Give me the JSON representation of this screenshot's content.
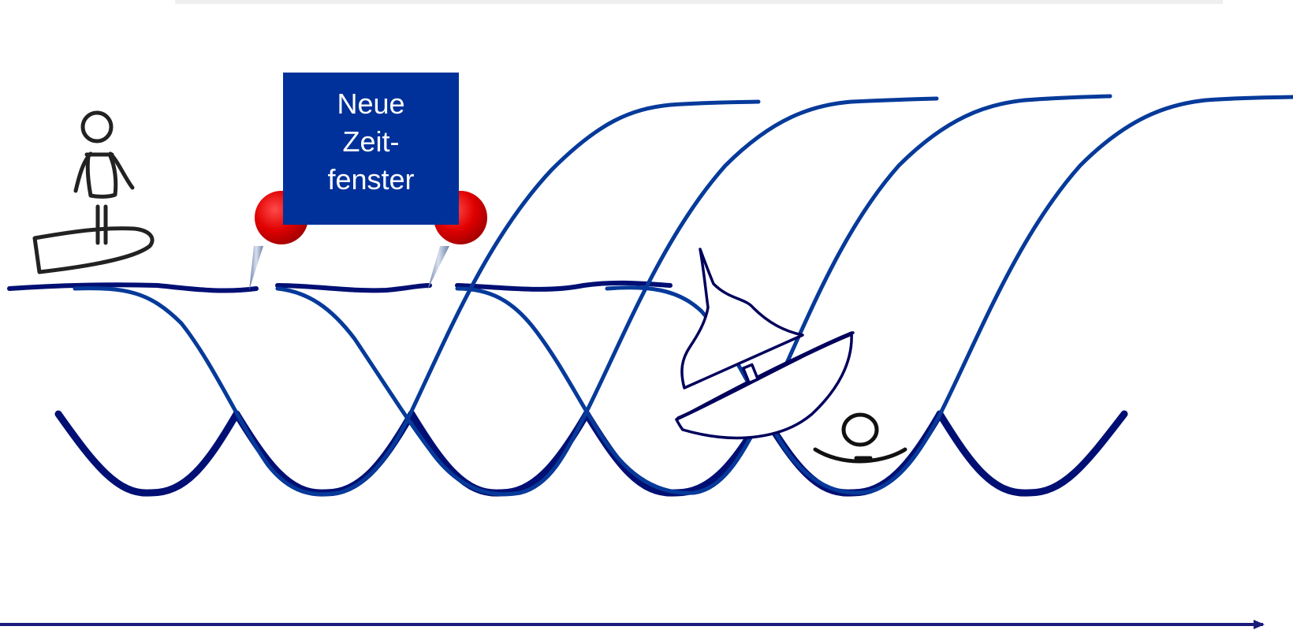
{
  "callout": {
    "line1": "Neue",
    "line2": "Zeit-",
    "line3": "fenster"
  },
  "colors": {
    "wave_dark": "#000f73",
    "wave_blue": "#063a9a",
    "callout_bg": "#00319a",
    "pin_red": "#e00000",
    "axis": "#1a1a7a"
  }
}
